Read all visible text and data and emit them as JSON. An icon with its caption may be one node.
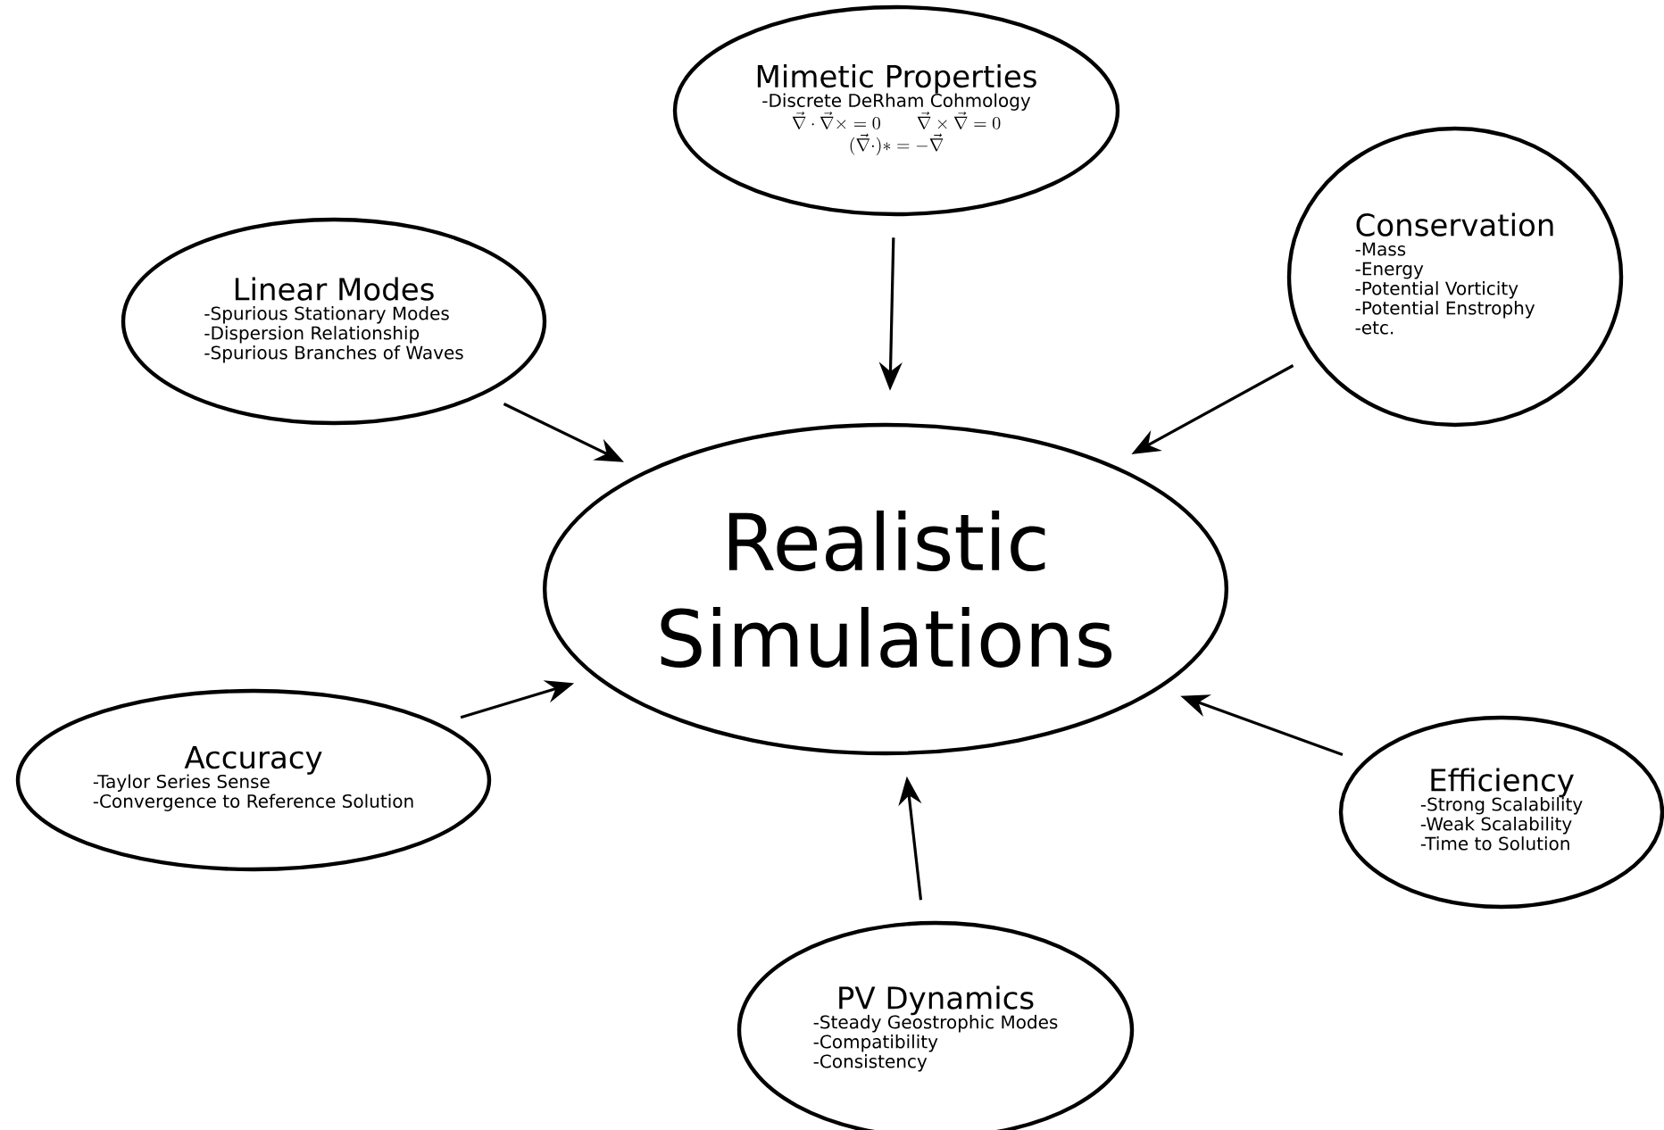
{
  "diagram": {
    "nodes": [
      {
        "text": [
          "Mimetic Properties",
          "-Discrete DeRham Cohmology",
          "\\vec{\\nabla}\\cdot\\vec{\\nabla}\\times = 0",
          "\\vec{\\nabla}\\times\\vec{\\nabla} = 0",
          "(\\vec{\\nabla}\\cdot)* = -\\vec{\\nabla}"
        ]
      },
      {
        "text": [
          "Linear Modes",
          "-Spurious Stationary Modes",
          "-Dispersion Relationship",
          "-Spurious Branches of Waves"
        ]
      },
      {
        "text": [
          "Conservation",
          "-Mass",
          "-Energy",
          "-Potential Vorticity",
          "-Potential Enstrophy",
          "-etc."
        ]
      },
      {
        "text": [
          "Realistic Simulations"
        ]
      },
      {
        "text": [
          "Accuracy",
          "-Taylor Series Sense",
          "-Convergence to Reference Solution"
        ]
      },
      {
        "text": [
          "Efficiency",
          "-Strong Scalability",
          "-Weak Scalability",
          "-Time to Solution"
        ]
      },
      {
        "text": [
          "PV Dynamics",
          "-Steady Geostrophic Modes",
          "-Compatibility",
          "-Consistency"
        ]
      }
    ],
    "edges": [
      {
        "from": 0,
        "to": 3,
        "arrow": "to"
      },
      {
        "from": 1,
        "to": 3,
        "arrow": "to"
      },
      {
        "from": 2,
        "to": 3,
        "arrow": "to"
      },
      {
        "from": 4,
        "to": 3,
        "arrow": "to"
      },
      {
        "from": 5,
        "to": 3,
        "arrow": "to"
      },
      {
        "from": 6,
        "to": 3,
        "arrow": "to"
      }
    ]
  }
}
